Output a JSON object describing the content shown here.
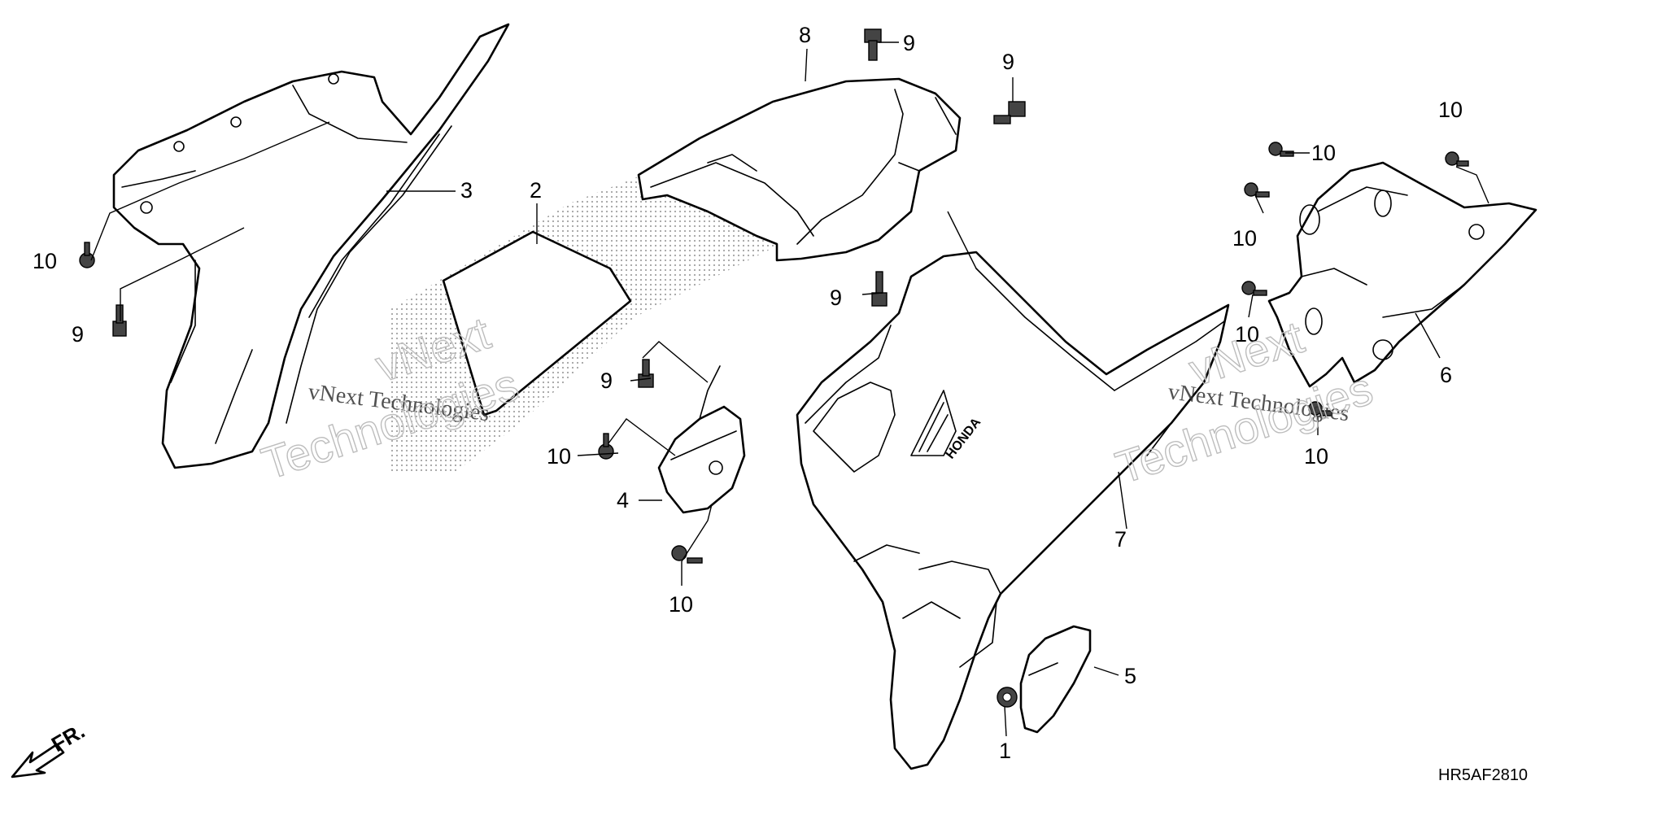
{
  "diagram": {
    "part_callouts": [
      {
        "id": "p1",
        "label": "1"
      },
      {
        "id": "p2",
        "label": "2"
      },
      {
        "id": "p3",
        "label": "3"
      },
      {
        "id": "p4",
        "label": "4"
      },
      {
        "id": "p5",
        "label": "5"
      },
      {
        "id": "p6",
        "label": "6"
      },
      {
        "id": "p7",
        "label": "7"
      },
      {
        "id": "p8",
        "label": "8"
      }
    ],
    "screw_callouts": [
      {
        "id": "s9a",
        "label": "9"
      },
      {
        "id": "s9b",
        "label": "9"
      },
      {
        "id": "s9c",
        "label": "9"
      },
      {
        "id": "s9d",
        "label": "9"
      },
      {
        "id": "s9e",
        "label": "9"
      },
      {
        "id": "s10a",
        "label": "10"
      },
      {
        "id": "s10b",
        "label": "10"
      },
      {
        "id": "s10c",
        "label": "10"
      },
      {
        "id": "s10d",
        "label": "10"
      },
      {
        "id": "s10e",
        "label": "10"
      },
      {
        "id": "s10f",
        "label": "10"
      },
      {
        "id": "s10g",
        "label": "10"
      },
      {
        "id": "s10h",
        "label": "10"
      }
    ],
    "diagram_code": "HR5AF2810",
    "front_indicator": "FR.",
    "emblem_text": "HONDA",
    "watermarks": [
      {
        "line1": "vNext Technologies",
        "line2": "vNext",
        "line3": "Technologies"
      },
      {
        "line1": "vNext Technologies",
        "line2": "vNext",
        "line3": "Technologies"
      }
    ]
  }
}
